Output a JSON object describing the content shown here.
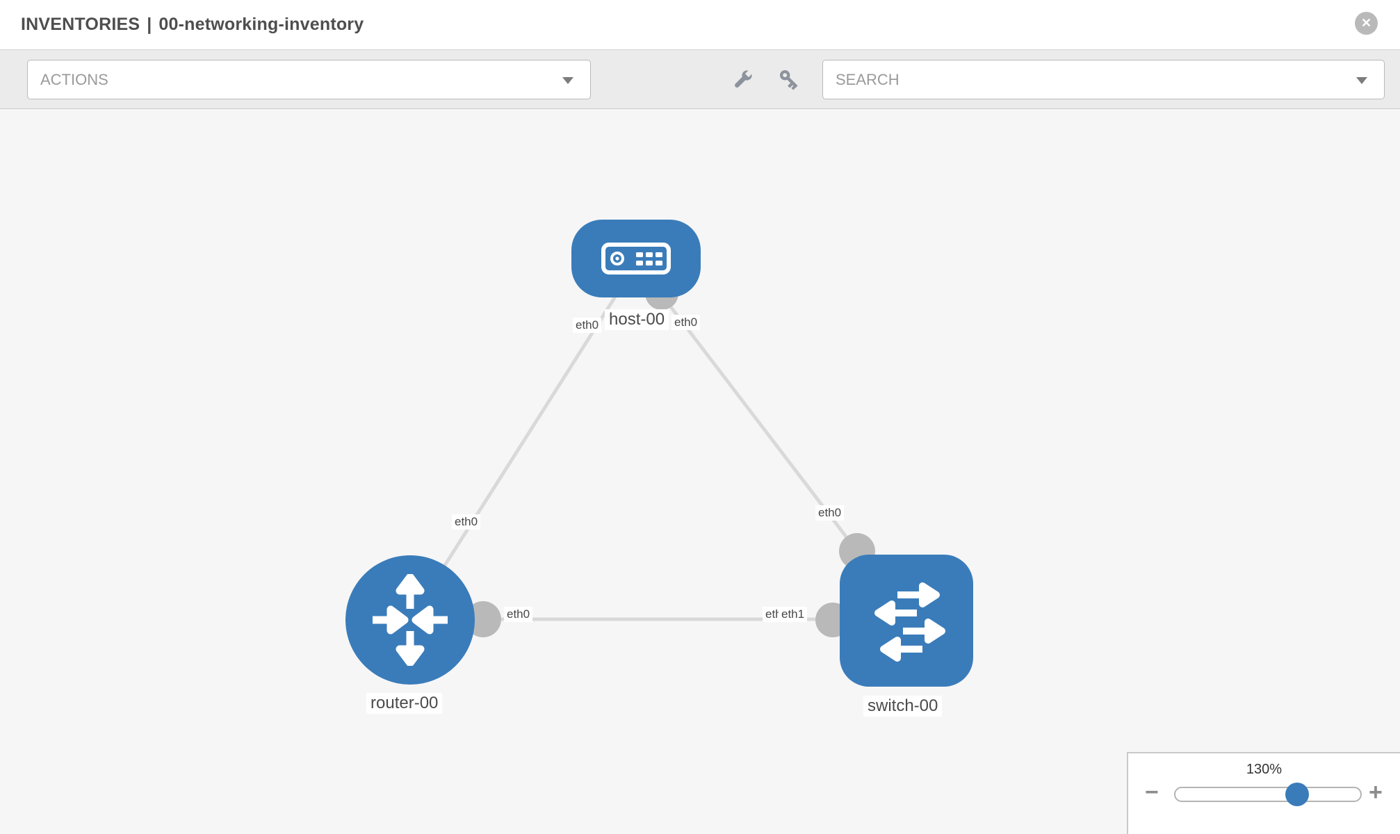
{
  "header": {
    "section": "INVENTORIES",
    "separator": "|",
    "inventory_name": "00-networking-inventory",
    "close_glyph": "✕"
  },
  "toolbar": {
    "actions_placeholder": "ACTIONS",
    "search_placeholder": "SEARCH",
    "icons": [
      "wrench-icon",
      "key-icon"
    ]
  },
  "topology": {
    "nodes": [
      {
        "id": "host-00",
        "type": "host",
        "label": "host-00"
      },
      {
        "id": "router-00",
        "type": "router",
        "label": "router-00"
      },
      {
        "id": "switch-00",
        "type": "switch",
        "label": "switch-00"
      }
    ],
    "links": [
      {
        "from": "host-00",
        "from_interface": "eth0",
        "to": "router-00",
        "to_interface": "eth0"
      },
      {
        "from": "host-00",
        "from_interface": "eth0",
        "to": "switch-00",
        "to_interface": "eth0"
      },
      {
        "from": "router-00",
        "from_interface": "eth0",
        "to": "switch-00",
        "to_interface": "eth1"
      }
    ],
    "interface_overlap": {
      "under": "eth0",
      "over": "eth1"
    }
  },
  "zoom_control": {
    "level": "130%",
    "minus_glyph": "−",
    "plus_glyph": "+"
  },
  "colors": {
    "node_blue": "#3a7cba",
    "port_gray": "#b9b9b9",
    "link_gray": "#d9d9d9",
    "toolbar_gray": "#ebebeb",
    "canvas_gray": "#f6f6f6"
  }
}
